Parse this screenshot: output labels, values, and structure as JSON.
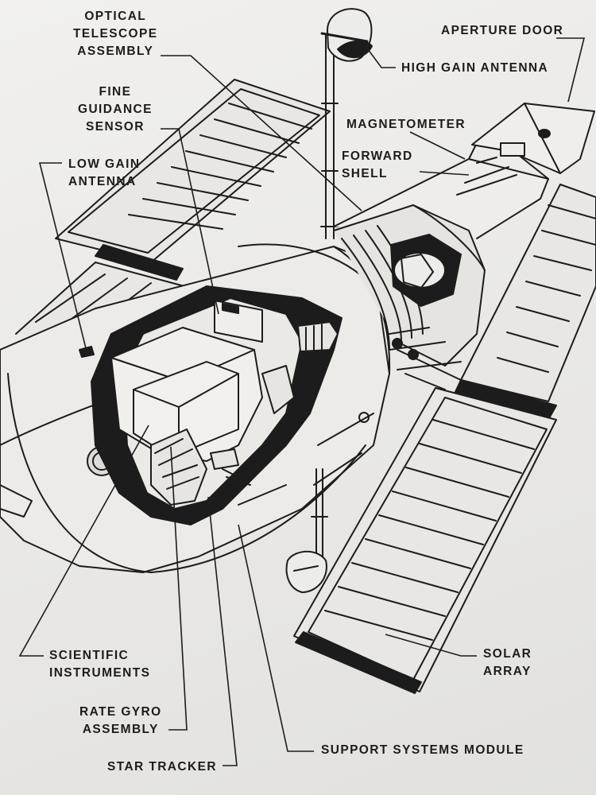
{
  "labels": {
    "optical_telescope_assembly": [
      "OPTICAL",
      "TELESCOPE",
      "ASSEMBLY"
    ],
    "fine_guidance_sensor": [
      "FINE",
      "GUIDANCE",
      "SENSOR"
    ],
    "low_gain_antenna": [
      "LOW GAIN",
      "ANTENNA"
    ],
    "aperture_door": [
      "APERTURE DOOR"
    ],
    "high_gain_antenna": [
      "HIGH GAIN ANTENNA"
    ],
    "magnetometer": [
      "MAGNETOMETER"
    ],
    "forward_shell": [
      "FORWARD",
      "SHELL"
    ],
    "solar_array": [
      "SOLAR",
      "ARRAY"
    ],
    "scientific_instruments": [
      "SCIENTIFIC",
      "INSTRUMENTS"
    ],
    "rate_gyro_assembly": [
      "RATE GYRO",
      "ASSEMBLY"
    ],
    "support_systems_module": [
      "SUPPORT SYSTEMS MODULE"
    ],
    "star_tracker": [
      "STAR TRACKER"
    ]
  },
  "colors": {
    "background": "#ecebe7",
    "ink": "#1c1c1c",
    "panel_fill": "#e6e5e1"
  }
}
